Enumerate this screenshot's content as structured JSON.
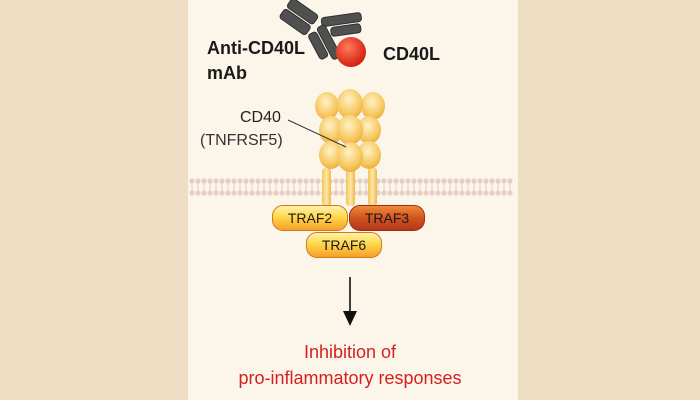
{
  "colors": {
    "outer_background": "#efddc4",
    "panel_background": "#fcf5ea",
    "antibody": "#4a4a4a",
    "ligand": "#e02a1a",
    "receptor": "#f3c458",
    "membrane": "#e6cdc4",
    "traf_light": "#ffd84a",
    "traf_dark": "#c9451f",
    "result_text": "#d42020"
  },
  "labels": {
    "antibody_line1": "Anti-CD40L",
    "antibody_line2": "mAb",
    "ligand": "CD40L",
    "receptor_name": "CD40",
    "receptor_gene": "(TNFRSF5)",
    "traf2": "TRAF2",
    "traf3": "TRAF3",
    "traf6": "TRAF6",
    "result_line1": "Inhibition of",
    "result_line2": "pro-inflammatory responses"
  },
  "icons": {
    "antibody": "y-shaped-antibody-icon",
    "ligand": "red-sphere-icon",
    "receptor": "trimeric-receptor-icon",
    "membrane": "lipid-bilayer-icon",
    "arrow": "down-arrow-icon"
  }
}
